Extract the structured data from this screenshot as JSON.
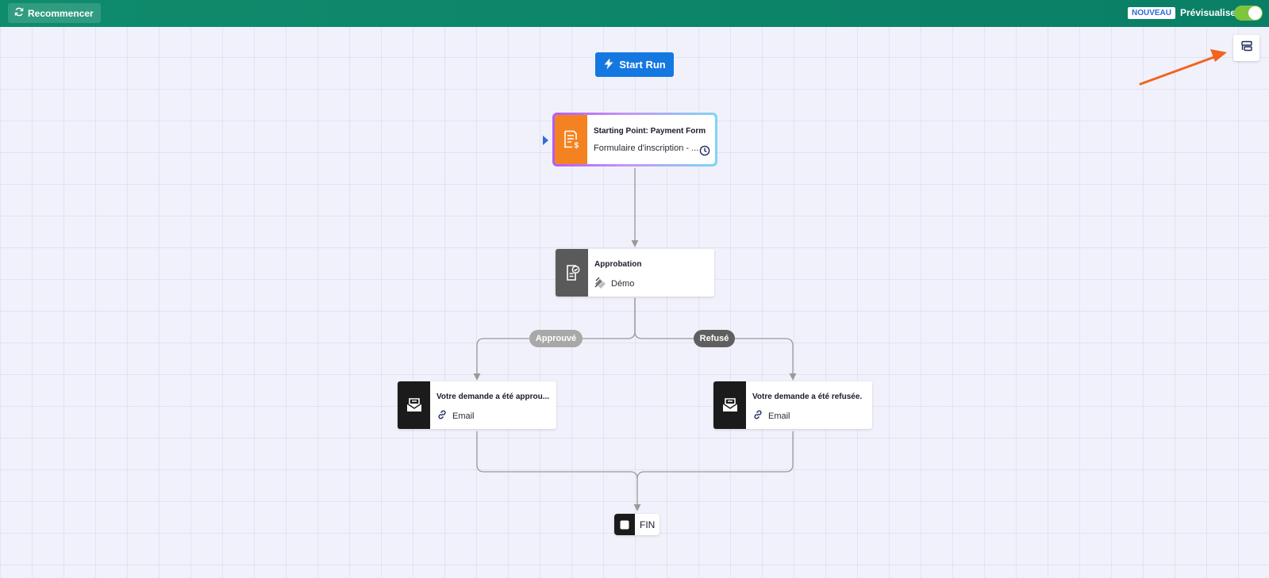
{
  "topbar": {
    "restart_label": "Recommencer",
    "new_badge": "NOUVEAU",
    "preview_label": "Prévisualiser",
    "preview_enabled": true
  },
  "canvas": {
    "start_run_label": "Start Run",
    "start_node": {
      "title": "Starting Point: Payment Form",
      "subtitle": "Formulaire d'inscription - ..."
    },
    "approval_node": {
      "title": "Approbation",
      "subtitle": "Démo"
    },
    "branches": {
      "approved_label": "Approuvé",
      "refused_label": "Refusé"
    },
    "email_approved_node": {
      "title": "Votre demande a été approu...",
      "subtitle": "Email"
    },
    "email_refused_node": {
      "title": "Votre demande a été refusée.",
      "subtitle": "Email"
    },
    "end_node": {
      "label": "FIN"
    }
  },
  "colors": {
    "topbar": "#0f8c6c",
    "start_run": "#1478e0",
    "start_tile": "#f58220",
    "approval_tile": "#5a5a5a",
    "email_tile": "#1b1b1b",
    "approved_pill": "#a8a8a8",
    "refused_pill": "#5f5f5f",
    "annotation_arrow": "#f2641f",
    "toggle_on": "#7dc53c"
  },
  "icons": {
    "restart": "refresh-icon",
    "start_run": "lightning-icon",
    "start_node": "payment-form-icon",
    "start_node_schedule": "clock-icon",
    "approval": "approval-document-icon",
    "approval_demo": "demo-stack-icon",
    "email": "envelope-icon",
    "email_link": "link-icon",
    "end": "stop-square-icon",
    "panel": "panel-toggle-icon"
  }
}
